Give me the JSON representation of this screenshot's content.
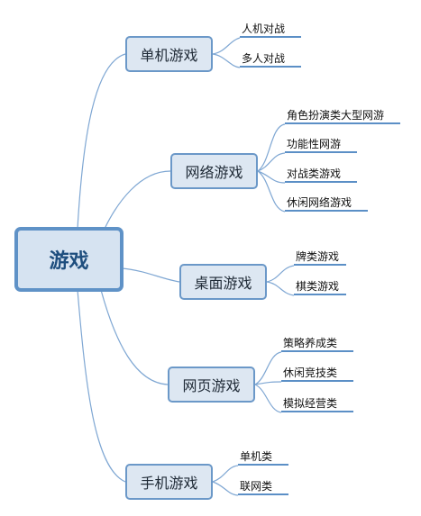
{
  "root": {
    "label": "游戏"
  },
  "branches": [
    {
      "label": "单机游戏",
      "leaves": [
        "人机对战",
        "多人对战"
      ]
    },
    {
      "label": "网络游戏",
      "leaves": [
        "角色扮演类大型网游",
        "功能性网游",
        "对战类游戏",
        "休闲网络游戏"
      ]
    },
    {
      "label": "桌面游戏",
      "leaves": [
        "牌类游戏",
        "棋类游戏"
      ]
    },
    {
      "label": "网页游戏",
      "leaves": [
        "策略养成类",
        "休闲竞技类",
        "模拟经营类"
      ]
    },
    {
      "label": "手机游戏",
      "leaves": [
        "单机类",
        "联网类"
      ]
    }
  ],
  "colors": {
    "node_fill": "#dde7f2",
    "node_border": "#6b98c8",
    "line": "#7fa7d3",
    "underline": "#5b8fc6"
  }
}
